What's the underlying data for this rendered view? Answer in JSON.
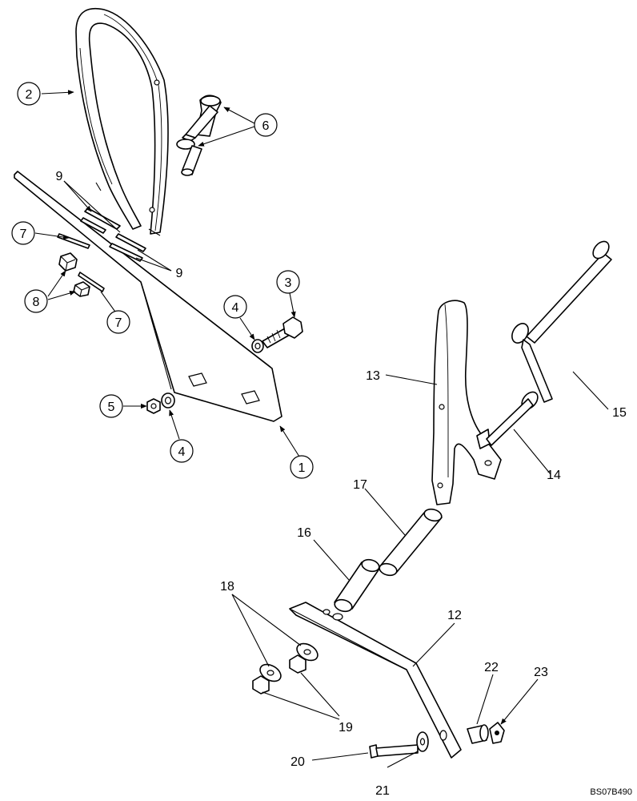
{
  "callouts": [
    {
      "id": "1",
      "label": "1"
    },
    {
      "id": "2",
      "label": "2"
    },
    {
      "id": "3",
      "label": "3"
    },
    {
      "id": "4a",
      "label": "4"
    },
    {
      "id": "4b",
      "label": "4"
    },
    {
      "id": "5",
      "label": "5"
    },
    {
      "id": "6",
      "label": "6"
    },
    {
      "id": "7a",
      "label": "7"
    },
    {
      "id": "7b",
      "label": "7"
    },
    {
      "id": "8",
      "label": "8"
    },
    {
      "id": "9a",
      "label": "9"
    },
    {
      "id": "9b",
      "label": "9"
    },
    {
      "id": "12",
      "label": "12"
    },
    {
      "id": "13",
      "label": "13"
    },
    {
      "id": "14",
      "label": "14"
    },
    {
      "id": "15",
      "label": "15"
    },
    {
      "id": "16",
      "label": "16"
    },
    {
      "id": "17",
      "label": "17"
    },
    {
      "id": "18",
      "label": "18"
    },
    {
      "id": "19",
      "label": "19"
    },
    {
      "id": "20",
      "label": "20"
    },
    {
      "id": "21",
      "label": "21"
    },
    {
      "id": "22",
      "label": "22"
    },
    {
      "id": "23",
      "label": "23"
    }
  ],
  "reference_code": "BS07B490"
}
